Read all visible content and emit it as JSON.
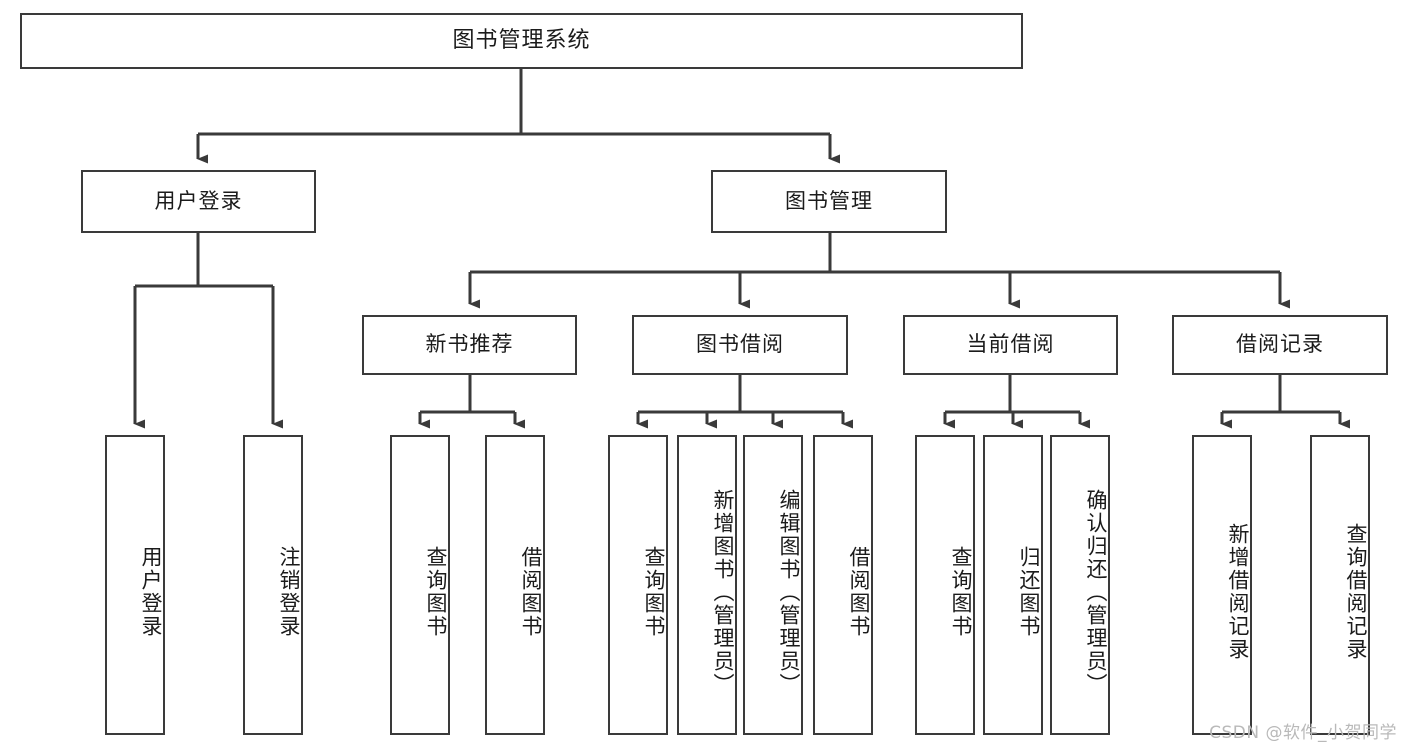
{
  "diagram": {
    "title": "图书管理系统",
    "type": "tree-hierarchy",
    "watermark": "CSDN @软件_小贺同学",
    "line_color": "#3a3a3a",
    "box_fill": "#ffffff",
    "text_color": "#1b1b1b"
  },
  "root": {
    "label": "图书管理系统"
  },
  "level2": [
    {
      "label": "用户登录"
    },
    {
      "label": "图书管理"
    }
  ],
  "level3": [
    {
      "label": "新书推荐"
    },
    {
      "label": "图书借阅"
    },
    {
      "label": "当前借阅"
    },
    {
      "label": "借阅记录"
    }
  ],
  "leaves": {
    "user_login": [
      {
        "label": "用户登录"
      },
      {
        "label": "注销登录"
      }
    ],
    "new_book_recommend": [
      {
        "label": "查询图书"
      },
      {
        "label": "借阅图书"
      }
    ],
    "book_borrow": [
      {
        "label": "查询图书"
      },
      {
        "label": "新增图书（管理员）"
      },
      {
        "label": "编辑图书（管理员）"
      },
      {
        "label": "借阅图书"
      }
    ],
    "current_borrow": [
      {
        "label": "查询图书"
      },
      {
        "label": "归还图书"
      },
      {
        "label": "确认归还（管理员）"
      }
    ],
    "borrow_records": [
      {
        "label": "新增借阅记录"
      },
      {
        "label": "查询借阅记录"
      }
    ]
  }
}
